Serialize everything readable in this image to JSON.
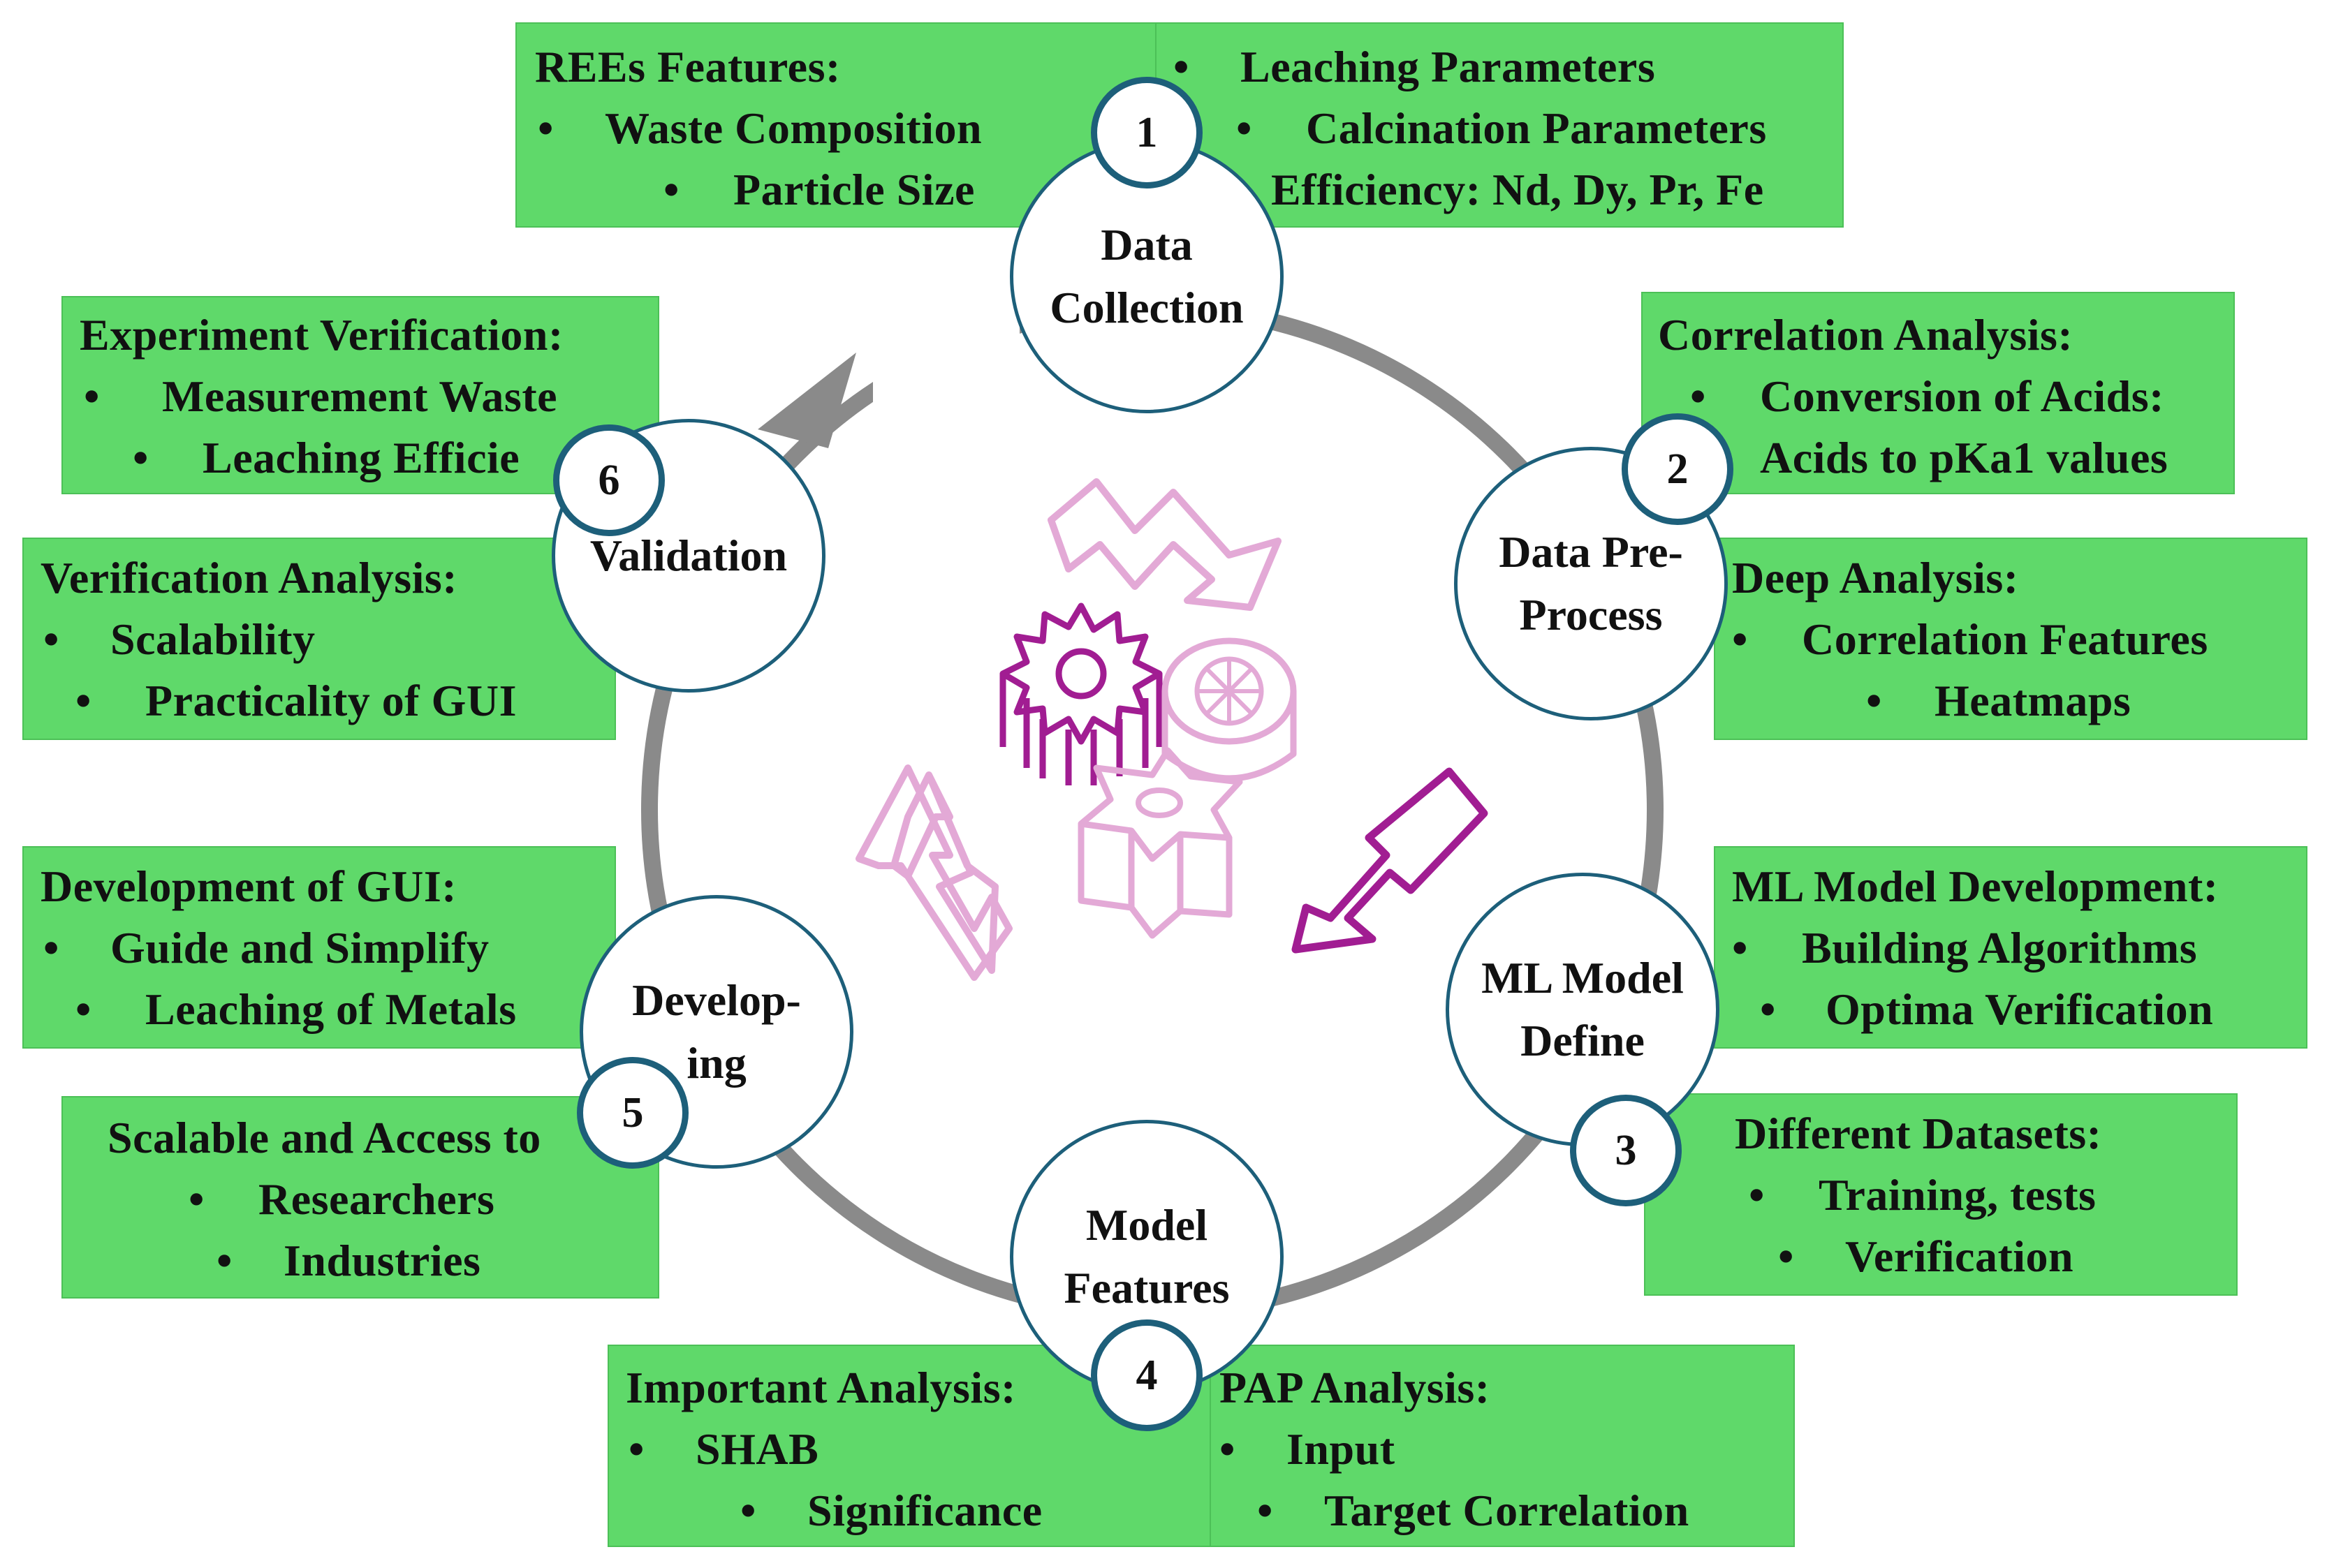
{
  "colors": {
    "box_fill": "#5fd96a",
    "circle_border": "#1d5f7a",
    "cycle_ring": "#8a8a8a",
    "icon_light": "#e3a9d6",
    "icon_dark": "#a11d92"
  },
  "steps": [
    {
      "num": "1",
      "label": "Data\nCollection"
    },
    {
      "num": "2",
      "label": "Data Pre-\nProcess"
    },
    {
      "num": "3",
      "label": "ML Model\nDefine"
    },
    {
      "num": "4",
      "label": "Model\nFeatures"
    },
    {
      "num": "5",
      "label": "Develop-\ning"
    },
    {
      "num": "6",
      "label": "Validation"
    }
  ],
  "boxes": {
    "rees": {
      "title": "REEs Features:",
      "items": [
        "Waste Composition",
        "Particle Size"
      ]
    },
    "leach": {
      "items": [
        "Leaching Parameters",
        "Calcination Parameters"
      ],
      "extra": "Efficiency: Nd, Dy, Pr, Fe"
    },
    "expver": {
      "title": "Experiment Verification:",
      "items": [
        "Measurement Waste",
        "Leaching Efficie"
      ]
    },
    "corr": {
      "title": "Correlation Analysis:",
      "items": [
        "Conversion of Acids:"
      ],
      "extra": "Acids to pKa1 values"
    },
    "verana": {
      "title": "Verification Analysis:",
      "items": [
        "Scalability",
        "Practicality of GUI"
      ]
    },
    "deep": {
      "title": "Deep Analysis:",
      "items": [
        "Correlation Features",
        "Heatmaps"
      ]
    },
    "gui": {
      "title": "Development of GUI:",
      "items": [
        "Guide and Simplify",
        "Leaching of Metals"
      ]
    },
    "mlmodel": {
      "title": "ML Model Development:",
      "items": [
        "Building Algorithms",
        "Optima Verification"
      ]
    },
    "scal": {
      "title": "Scalable and Access to",
      "items": [
        "Researchers",
        "Industries"
      ]
    },
    "datasets": {
      "title": "Different Datasets:",
      "items": [
        "Training, tests",
        "Verification"
      ]
    },
    "imp": {
      "title": "Important Analysis:",
      "items": [
        "SHAB",
        "Significance"
      ]
    },
    "pap": {
      "title": "PAP Analysis:",
      "items": [
        "Input",
        "Target Correlation"
      ]
    }
  },
  "bullet": "•"
}
